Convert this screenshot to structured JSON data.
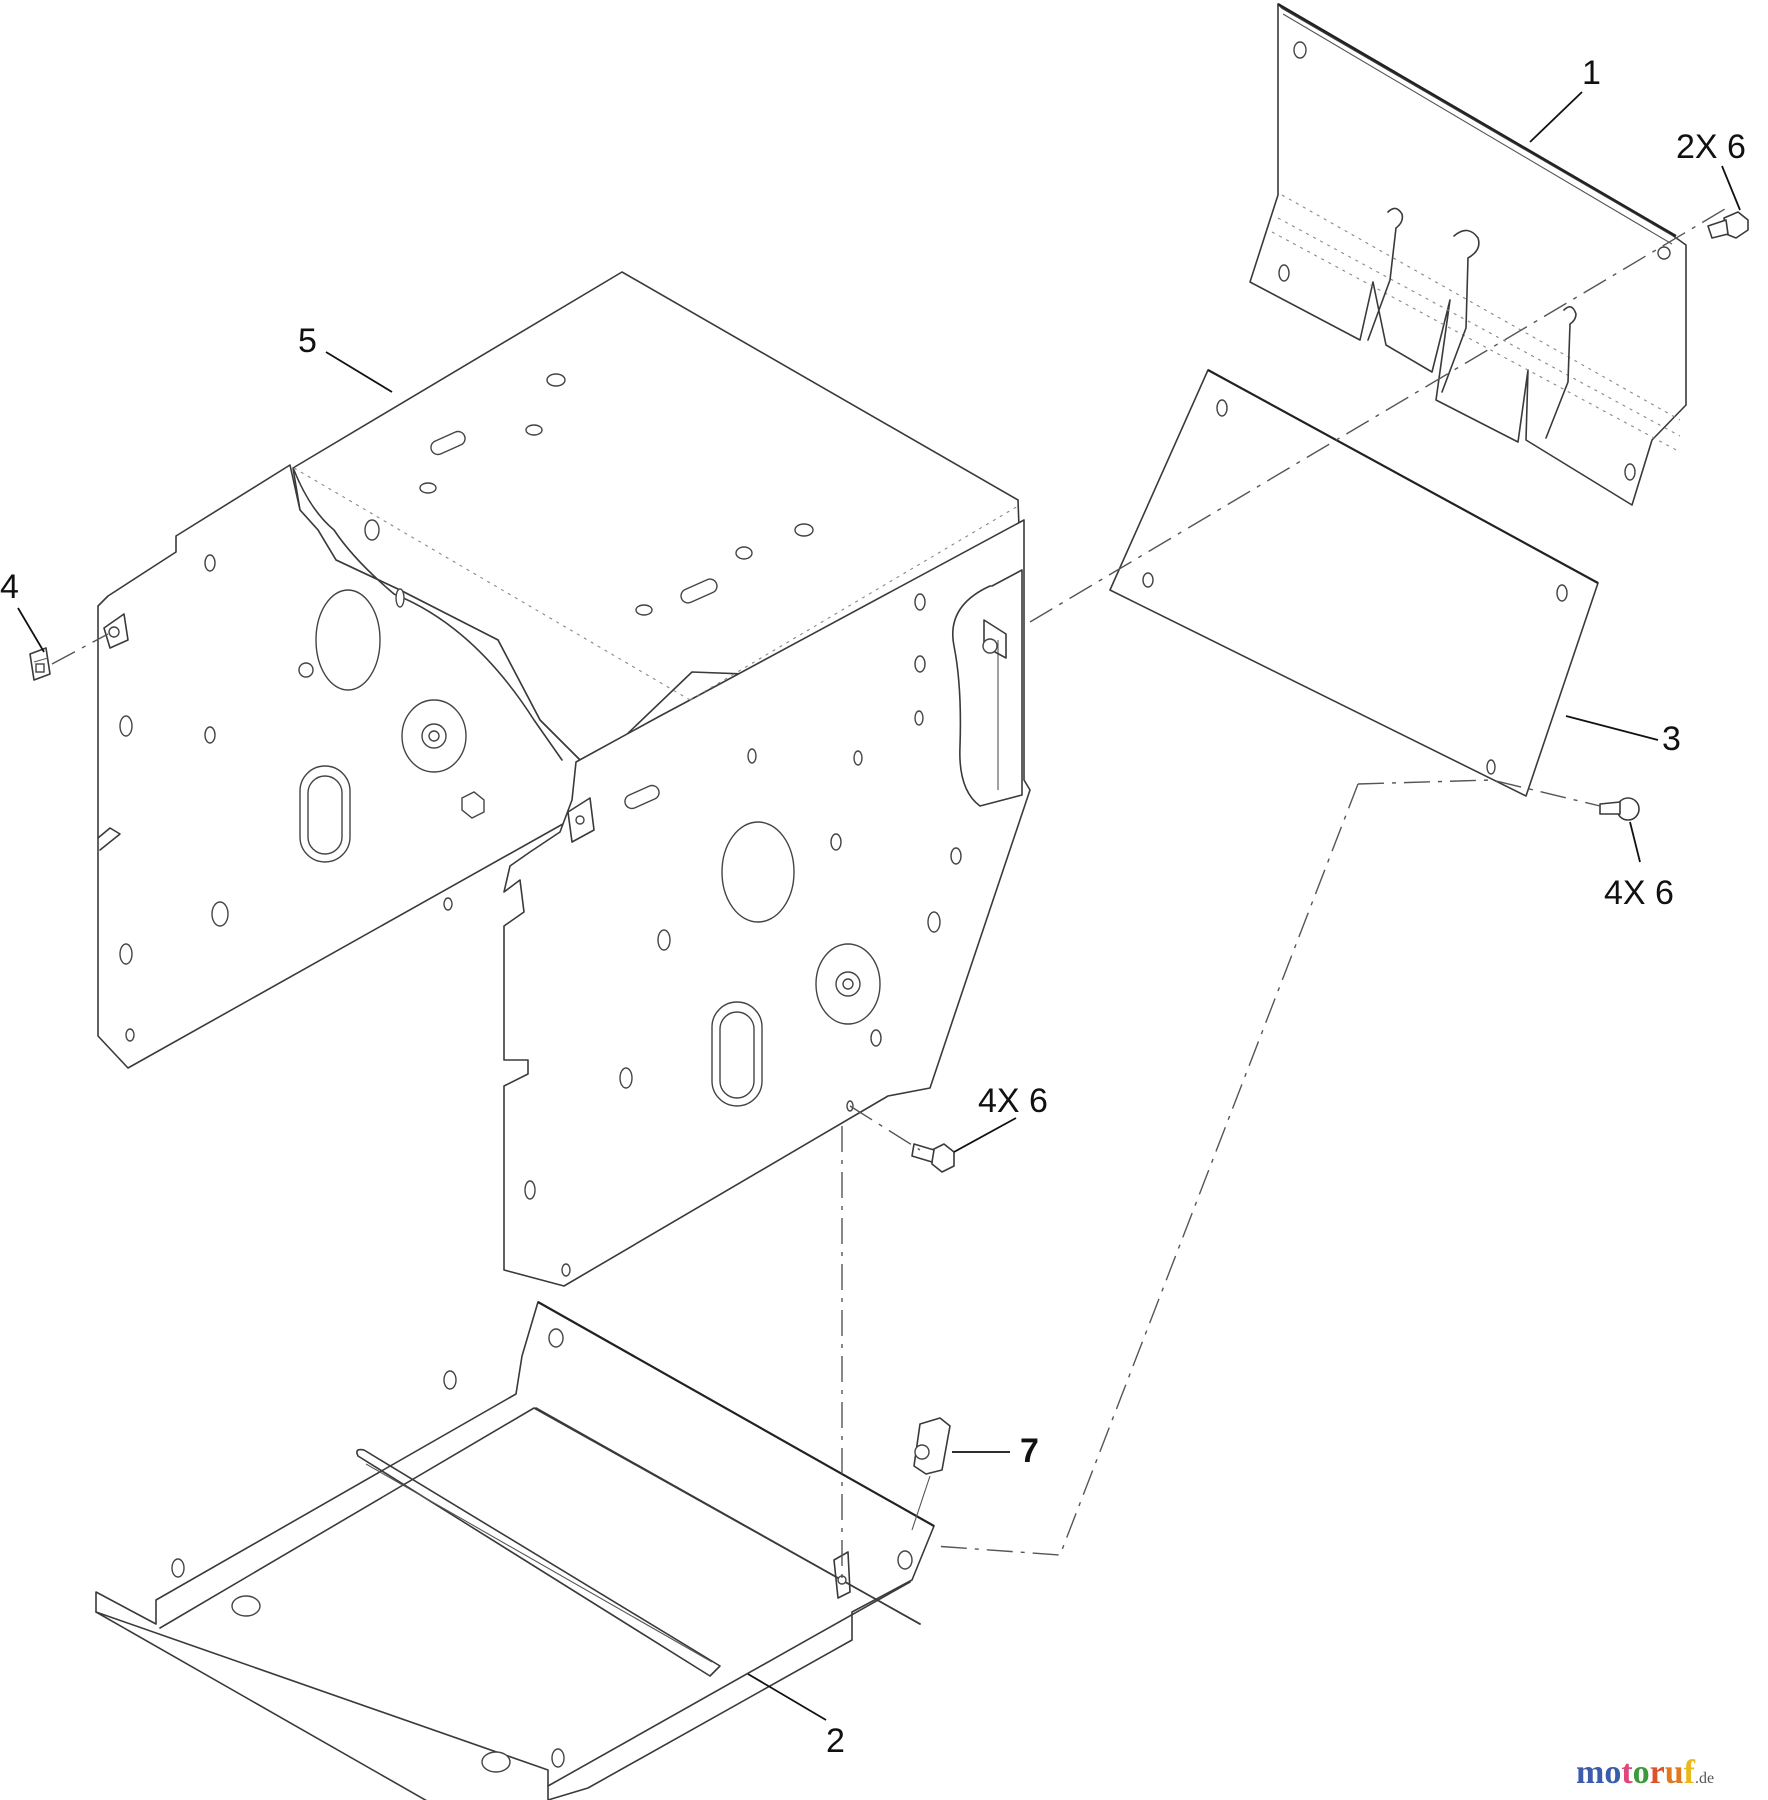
{
  "diagram": {
    "type": "exploded-parts-diagram",
    "background": "#ffffff",
    "line_color": "#3a3a3a"
  },
  "callouts": {
    "part_1": "1",
    "part_2": "2",
    "part_3": "3",
    "part_4": "4",
    "part_5": "5",
    "part_7": "7",
    "qty_top_right": "2X 6",
    "qty_right": "4X 6",
    "qty_middle": "4X 6"
  },
  "watermark": {
    "letters": [
      {
        "ch": "m",
        "color": "#3b5bab"
      },
      {
        "ch": "o",
        "color": "#3b5bab"
      },
      {
        "ch": "t",
        "color": "#e0457b"
      },
      {
        "ch": "o",
        "color": "#3a9a3a"
      },
      {
        "ch": "r",
        "color": "#d9542b"
      },
      {
        "ch": "u",
        "color": "#e07a1f"
      },
      {
        "ch": "f",
        "color": "#e9b81c"
      }
    ],
    "tld": ".de"
  }
}
